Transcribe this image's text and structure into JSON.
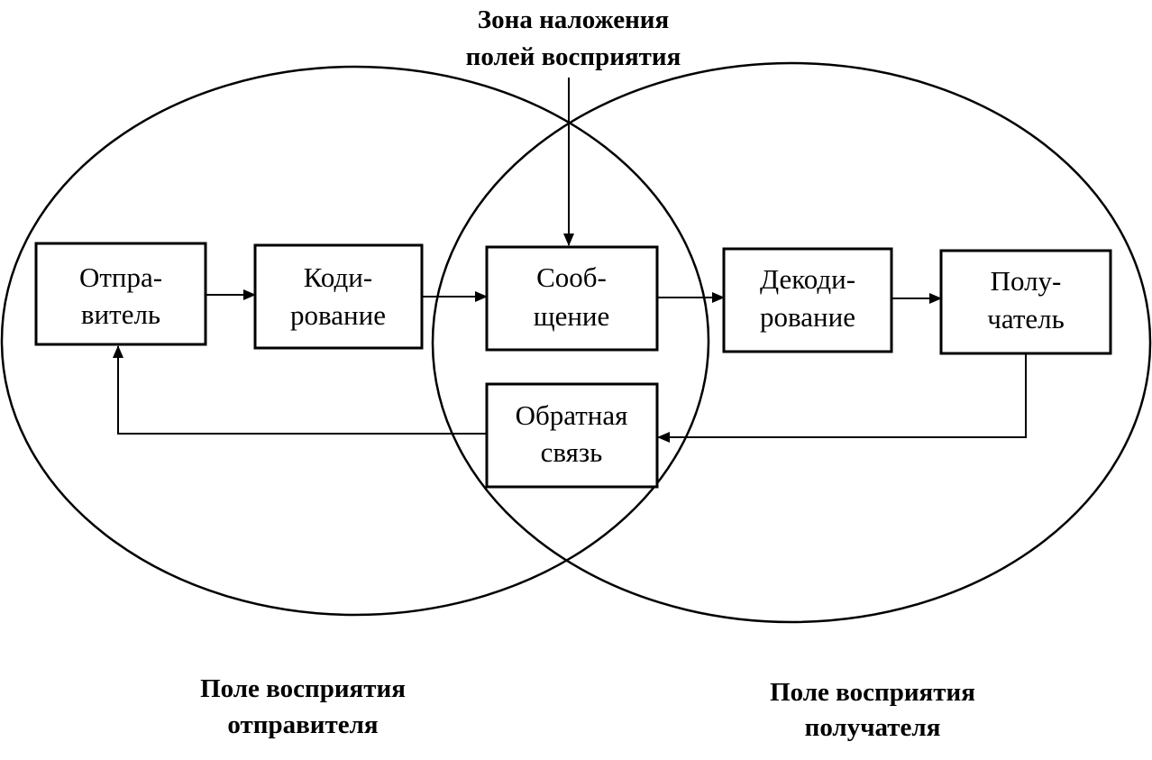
{
  "overlap_zone_label": {
    "line1": "Зона наложения",
    "line2": "полей восприятия"
  },
  "sender_field_label": {
    "line1": "Поле восприятия",
    "line2": "отправителя"
  },
  "receiver_field_label": {
    "line1": "Поле восприятия",
    "line2": "получателя"
  },
  "boxes": {
    "sender": {
      "line1": "Отпра-",
      "line2": "витель"
    },
    "encoding": {
      "line1": "Коди-",
      "line2": "рование"
    },
    "message": {
      "line1": "Сооб-",
      "line2": "щение"
    },
    "decoding": {
      "line1": "Декоди-",
      "line2": "рование"
    },
    "receiver": {
      "line1": "Полу-",
      "line2": "чатель"
    },
    "feedback": {
      "line1": "Обратная",
      "line2": "связь"
    }
  }
}
